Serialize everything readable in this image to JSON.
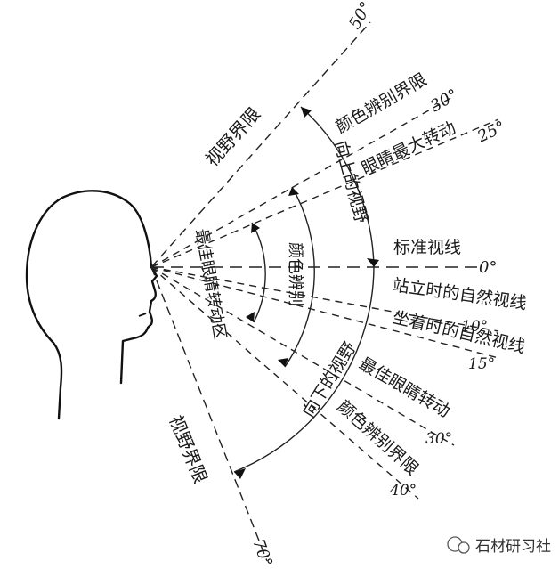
{
  "diagram": {
    "labels": {
      "view_limit_upper": "视野界限",
      "color_limit_upper": "颜色辨别界限",
      "max_eye_rotation": "眼睛最大转动",
      "upward_view": "向上的视野",
      "standard_line": "标准视线",
      "standing_line": "站立时的自然视线",
      "sitting_line": "坐着时的自然视线",
      "best_rotation_zone": "最佳眼睛转动区",
      "color_discrimination": "颜色辨别",
      "downward_view": "向下的视野",
      "best_rotation_lower": "最佳眼睛转动",
      "color_limit_lower": "颜色辨别界限",
      "view_limit_lower": "视野界限"
    },
    "angles": {
      "a50": "50°",
      "a30_up": "30°",
      "a25": "25°",
      "a0": "0°",
      "a10": "10°",
      "a15": "15°",
      "a30_down": "30°",
      "a40": "40°",
      "a70": "70°"
    },
    "watermark": "石材研习社"
  }
}
